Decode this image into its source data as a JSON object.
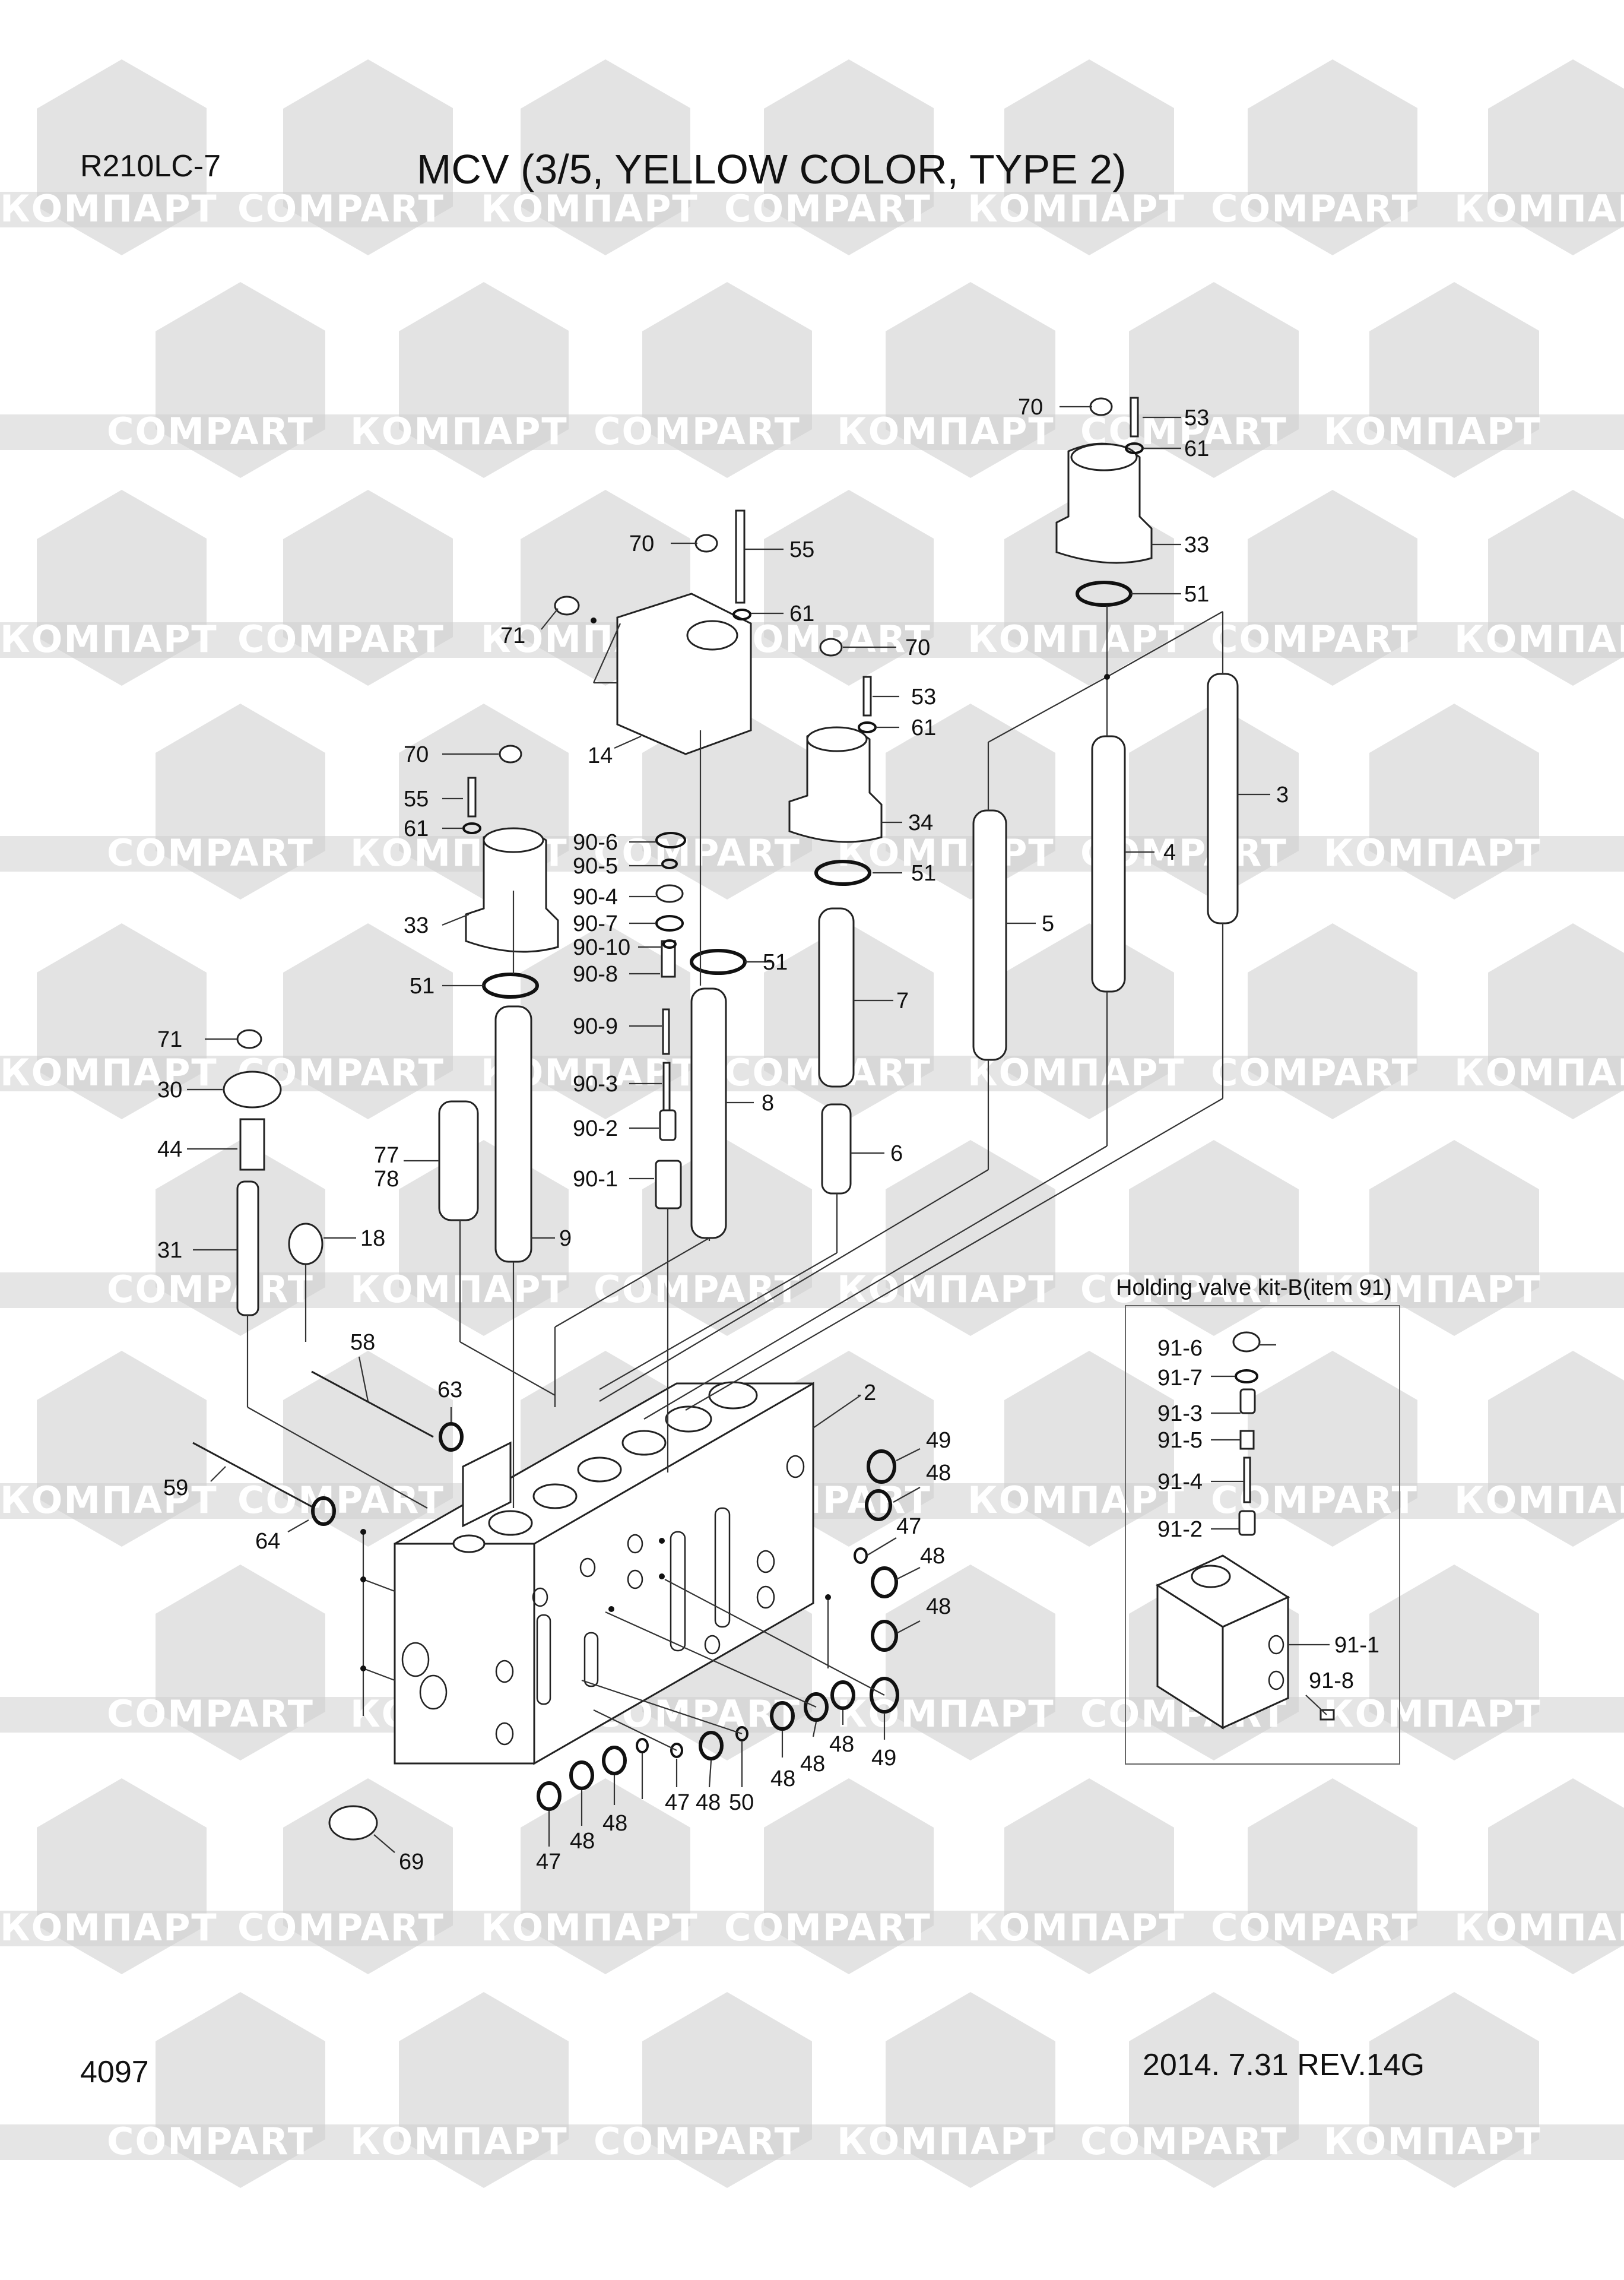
{
  "header": {
    "model": "R210LC-7",
    "title": "MCV (3/5, YELLOW COLOR, TYPE 2)"
  },
  "footer": {
    "page_number": "4097",
    "revision": "2014. 7.31  REV.14G"
  },
  "watermark": {
    "text_cyrillic": "КОМПАРТ",
    "text_latin": "COMPART"
  },
  "kit": {
    "title": "Holding valve kit-B(item 91)"
  },
  "labels": {
    "l70a": "70",
    "l53a": "53",
    "l61a": "61",
    "l33a": "33",
    "l51a": "51",
    "l70b": "70",
    "l55a": "55",
    "l61b": "61",
    "l71a": "71",
    "l14": "14",
    "l70c": "70",
    "l53b": "53",
    "l61c": "61",
    "l34": "34",
    "l51b": "51",
    "l3": "3",
    "l4": "4",
    "l5": "5",
    "l70d": "70",
    "l55b": "55",
    "l61d": "61",
    "l33b": "33",
    "l51c": "51",
    "l906": "90-6",
    "l905": "90-5",
    "l904": "90-4",
    "l907": "90-7",
    "l9010": "90-10",
    "l908": "90-8",
    "l909": "90-9",
    "l903": "90-3",
    "l902": "90-2",
    "l901": "90-1",
    "l51d": "51",
    "l7": "7",
    "l8": "8",
    "l6": "6",
    "l9": "9",
    "l71b": "71",
    "l30": "30",
    "l44": "44",
    "l31": "31",
    "l77": "77",
    "l78": "78",
    "l18": "18",
    "l58": "58",
    "l63": "63",
    "l59": "59",
    "l64": "64",
    "l2": "2",
    "l49a": "49",
    "l48a": "48",
    "l47a": "47",
    "l48b": "48",
    "l48c": "48",
    "l49b": "49",
    "l48d": "48",
    "l48e": "48",
    "l50": "50",
    "l48f": "48",
    "l47b": "47",
    "l48g": "48",
    "l47c": "47",
    "l48h": "48",
    "l48i": "48",
    "l69": "69",
    "k916": "91-6",
    "k917": "91-7",
    "k913": "91-3",
    "k915": "91-5",
    "k914": "91-4",
    "k912": "91-2",
    "k911": "91-1",
    "k918": "91-8"
  }
}
